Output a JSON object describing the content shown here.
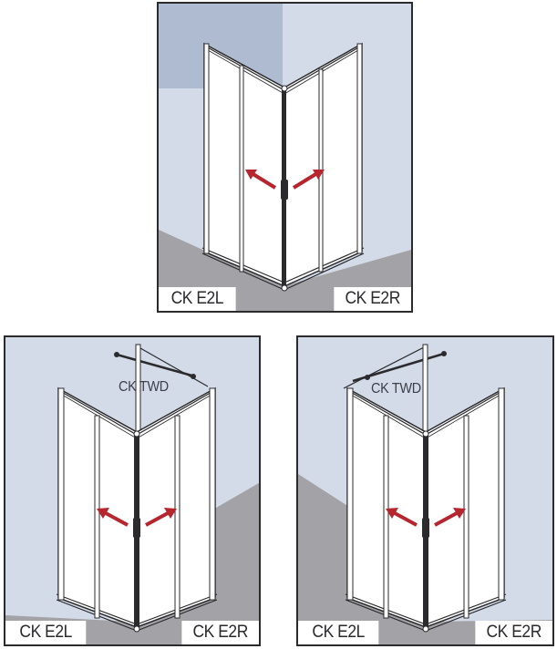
{
  "diagrams": [
    {
      "id": "corner-entry-two-walls",
      "labels": {
        "left": "CK E2L",
        "right": "CK E2R"
      }
    },
    {
      "id": "corner-entry-with-twd-left",
      "labels": {
        "left": "CK E2L",
        "right": "CK E2R",
        "top": "CK TWD"
      }
    },
    {
      "id": "corner-entry-with-twd-right",
      "labels": {
        "left": "CK E2L",
        "right": "CK E2R",
        "top": "CK TWD"
      }
    }
  ],
  "colors": {
    "wall_light": "#d4dbe8",
    "wall_shadow": "#a9b6c9",
    "floor": "#a3a3a7",
    "frame": "#2b2b2e",
    "glass": "#ffffff",
    "arrow": "#b5262e"
  },
  "icons": {
    "open_arrows": "double-arrow-opening-icon"
  }
}
